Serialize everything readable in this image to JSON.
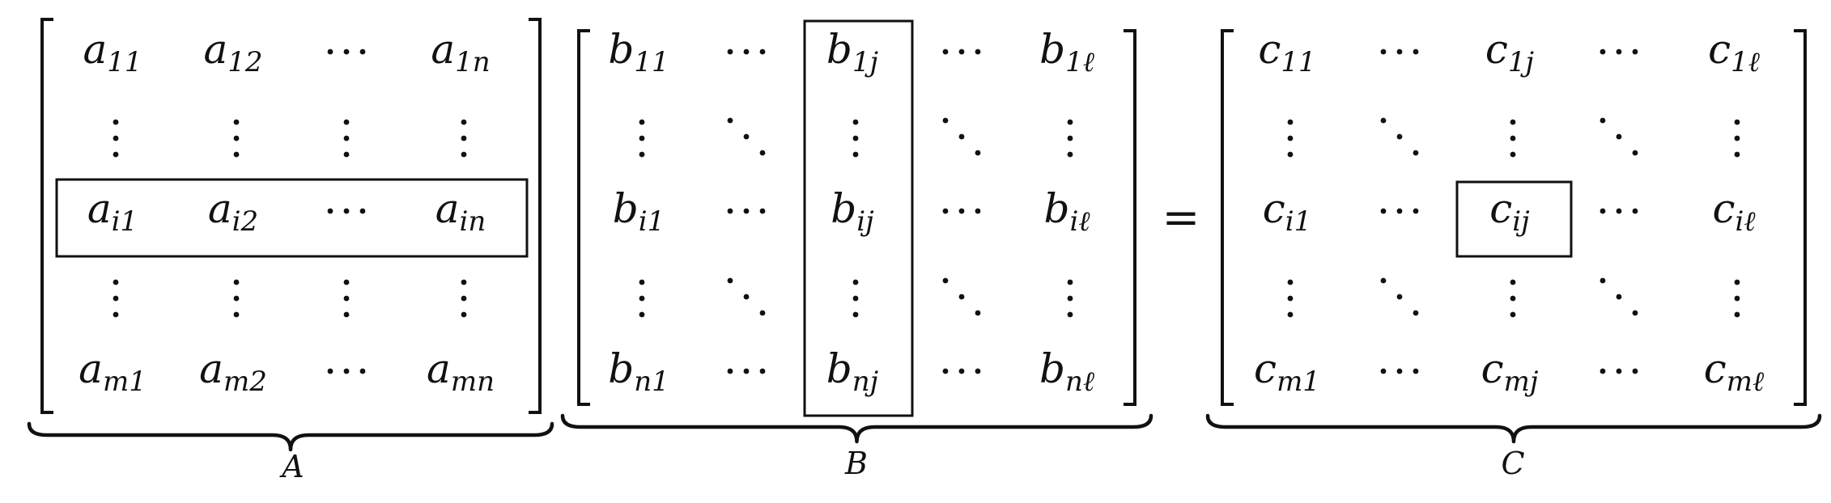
{
  "matrices": [
    {
      "id": "A",
      "label": "A",
      "rows": [
        [
          {
            "t": "entry",
            "base": "a",
            "sub": "11"
          },
          {
            "t": "entry",
            "base": "a",
            "sub": "12"
          },
          {
            "t": "hdots"
          },
          {
            "t": "entry",
            "base": "a",
            "sub": "1n"
          }
        ],
        [
          {
            "t": "vdots"
          },
          {
            "t": "vdots"
          },
          {
            "t": "vdots"
          },
          {
            "t": "vdots"
          }
        ],
        [
          {
            "t": "entry",
            "base": "a",
            "sub": "i1"
          },
          {
            "t": "entry",
            "base": "a",
            "sub": "i2"
          },
          {
            "t": "hdots"
          },
          {
            "t": "entry",
            "base": "a",
            "sub": "in"
          }
        ],
        [
          {
            "t": "vdots"
          },
          {
            "t": "vdots"
          },
          {
            "t": "vdots"
          },
          {
            "t": "vdots"
          }
        ],
        [
          {
            "t": "entry",
            "base": "a",
            "sub": "m1"
          },
          {
            "t": "entry",
            "base": "a",
            "sub": "m2"
          },
          {
            "t": "hdots"
          },
          {
            "t": "entry",
            "base": "a",
            "sub": "mn"
          }
        ]
      ],
      "highlight": {
        "kind": "row",
        "index": 2
      }
    },
    {
      "id": "B",
      "label": "B",
      "rows": [
        [
          {
            "t": "entry",
            "base": "b",
            "sub": "11"
          },
          {
            "t": "hdots"
          },
          {
            "t": "entry",
            "base": "b",
            "sub": "1j"
          },
          {
            "t": "hdots"
          },
          {
            "t": "entry",
            "base": "b",
            "sub": "1ℓ"
          }
        ],
        [
          {
            "t": "vdots"
          },
          {
            "t": "ddots"
          },
          {
            "t": "vdots"
          },
          {
            "t": "ddots"
          },
          {
            "t": "vdots"
          }
        ],
        [
          {
            "t": "entry",
            "base": "b",
            "sub": "i1"
          },
          {
            "t": "hdots"
          },
          {
            "t": "entry",
            "base": "b",
            "sub": "ij"
          },
          {
            "t": "hdots"
          },
          {
            "t": "entry",
            "base": "b",
            "sub": "iℓ"
          }
        ],
        [
          {
            "t": "vdots"
          },
          {
            "t": "ddots"
          },
          {
            "t": "vdots"
          },
          {
            "t": "ddots"
          },
          {
            "t": "vdots"
          }
        ],
        [
          {
            "t": "entry",
            "base": "b",
            "sub": "n1"
          },
          {
            "t": "hdots"
          },
          {
            "t": "entry",
            "base": "b",
            "sub": "nj"
          },
          {
            "t": "hdots"
          },
          {
            "t": "entry",
            "base": "b",
            "sub": "nℓ"
          }
        ]
      ],
      "highlight": {
        "kind": "col",
        "index": 2
      }
    },
    {
      "id": "C",
      "label": "C",
      "rows": [
        [
          {
            "t": "entry",
            "base": "c",
            "sub": "11"
          },
          {
            "t": "hdots"
          },
          {
            "t": "entry",
            "base": "c",
            "sub": "1j"
          },
          {
            "t": "hdots"
          },
          {
            "t": "entry",
            "base": "c",
            "sub": "1ℓ"
          }
        ],
        [
          {
            "t": "vdots"
          },
          {
            "t": "ddots"
          },
          {
            "t": "vdots"
          },
          {
            "t": "ddots"
          },
          {
            "t": "vdots"
          }
        ],
        [
          {
            "t": "entry",
            "base": "c",
            "sub": "i1"
          },
          {
            "t": "hdots"
          },
          {
            "t": "entry",
            "base": "c",
            "sub": "ij"
          },
          {
            "t": "hdots"
          },
          {
            "t": "entry",
            "base": "c",
            "sub": "iℓ"
          }
        ],
        [
          {
            "t": "vdots"
          },
          {
            "t": "ddots"
          },
          {
            "t": "vdots"
          },
          {
            "t": "ddots"
          },
          {
            "t": "vdots"
          }
        ],
        [
          {
            "t": "entry",
            "base": "c",
            "sub": "m1"
          },
          {
            "t": "hdots"
          },
          {
            "t": "entry",
            "base": "c",
            "sub": "mj"
          },
          {
            "t": "hdots"
          },
          {
            "t": "entry",
            "base": "c",
            "sub": "mℓ"
          }
        ]
      ],
      "highlight": {
        "kind": "cell",
        "row": 2,
        "col": 2
      }
    }
  ],
  "equals_sign": "="
}
